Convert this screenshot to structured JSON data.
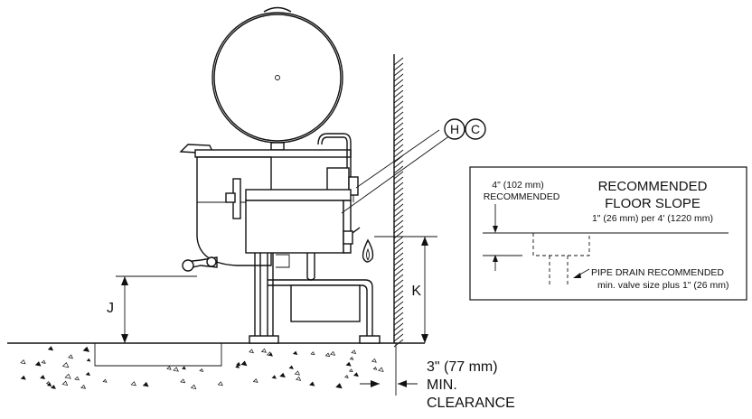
{
  "callouts": {
    "h": "H",
    "c": "C",
    "j": "J",
    "k": "K"
  },
  "clearance": {
    "line1": "3\" (77 mm)",
    "line2": "MIN.",
    "line3": "CLEARANCE"
  },
  "slope_box": {
    "depth_value": "4\" (102 mm)",
    "depth_note": "RECOMMENDED",
    "title_line1": "RECOMMENDED",
    "title_line2": "FLOOR SLOPE",
    "slope_spec": "1\" (26 mm) per 4' (1220 mm)",
    "drain_line1": "PIPE DRAIN RECOMMENDED",
    "drain_line2": "min. valve size plus 1\" (26 mm)"
  }
}
